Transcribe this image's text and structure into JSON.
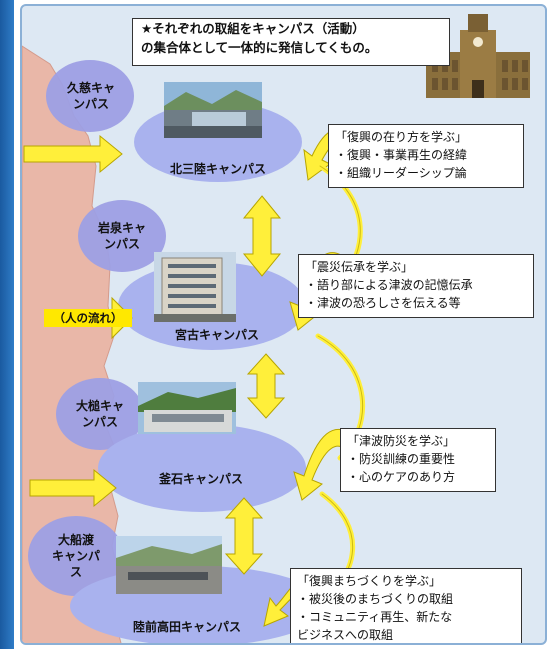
{
  "header": {
    "line1": "★それぞれの取組をキャンパス（活動）",
    "line2": "の集合体として一体的に発信してくもの。"
  },
  "small_campuses": {
    "kuji": [
      "久慈キャ",
      "ンパス"
    ],
    "iwaizumi": [
      "岩泉キャ",
      "ンパス"
    ],
    "otsuchi": [
      "大槌キャ",
      "ンパス"
    ],
    "ofunato": [
      "大船渡",
      "キャンパ",
      "ス"
    ]
  },
  "main_campuses": {
    "kitasanriku": "北三陸キャンパス",
    "miyako": "宮古キャンパス",
    "kamaishi": "釜石キャンパス",
    "rikuzentakata": "陸前高田キャンパス"
  },
  "flow_label": "（人の流れ）",
  "boxes": {
    "fukko": [
      "「復興の在り方を学ぶ」",
      "・復興・事業再生の経緯",
      "・組織リーダーシップ論"
    ],
    "shinsai": [
      "「震災伝承を学ぶ」",
      "・語り部による津波の記憶伝承",
      "・津波の恐ろしさを伝える等"
    ],
    "tsunami": [
      "「津波防災を学ぶ」",
      "・防災訓練の重要性",
      "・心のケアのあり方"
    ],
    "machi": [
      "「復興まちづくりを学ぶ」",
      "・被災後のまちづくりの取組",
      "・コミュニティ再生、新たな",
      "ビジネスへの取組"
    ]
  },
  "colors": {
    "background": "#dde8f3",
    "coast": "#e9b7a8",
    "small_ellipse": "#9d9fe4",
    "main_ellipse": "#a9b2ee",
    "arrow": "#ffef3a",
    "arrow_outline": "#b7a500"
  }
}
